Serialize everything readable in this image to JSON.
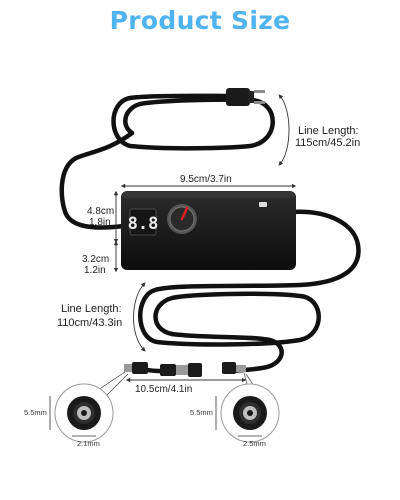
{
  "title": "Product Size",
  "labels": {
    "line_length_top_label": "Line Length:",
    "line_length_top_value": "115cm/45.2in",
    "width": "9.5cm/3.7in",
    "height_cm": "4.8cm",
    "height_in": "1.8in",
    "depth_cm": "3.2cm",
    "depth_in": "1.2in",
    "line_length_bottom_label": "Line Length:",
    "line_length_bottom_value": "110cm/43.3in",
    "connector_length": "10.5cm/4.1in",
    "left_plug_outer": "5.5mm",
    "left_plug_inner": "2.1mm",
    "right_plug_outer": "5.5mm",
    "right_plug_inner": "2.5mm"
  },
  "display": {
    "digits": "8.8"
  },
  "colors": {
    "title": "#4fb3f0",
    "cable": "#111111",
    "dimension": "#333333",
    "knob_accent": "#e02020"
  }
}
